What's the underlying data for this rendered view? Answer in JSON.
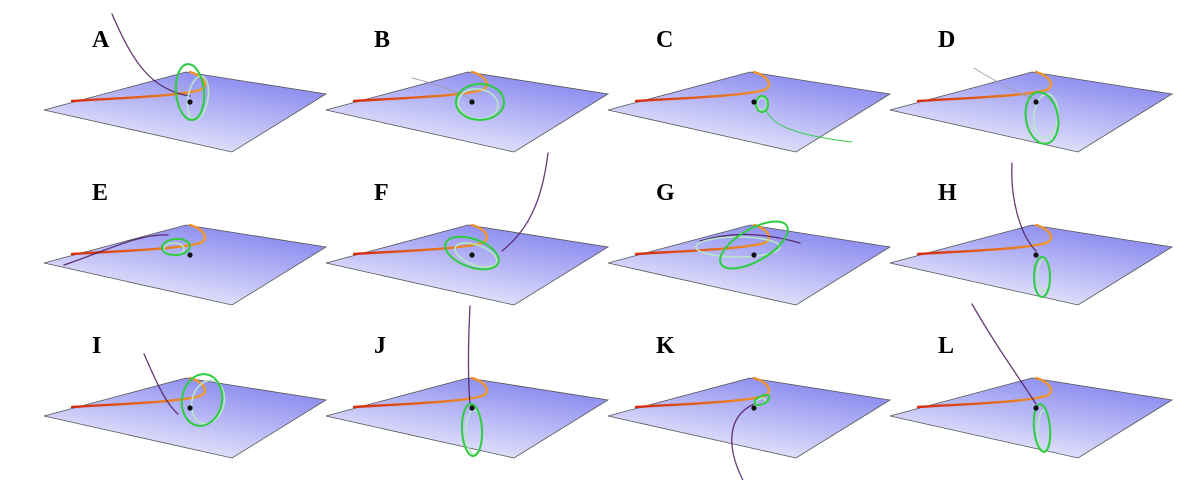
{
  "figure": {
    "panels": [
      {
        "label": "A"
      },
      {
        "label": "B"
      },
      {
        "label": "C"
      },
      {
        "label": "D"
      },
      {
        "label": "E"
      },
      {
        "label": "F"
      },
      {
        "label": "G"
      },
      {
        "label": "H"
      },
      {
        "label": "I"
      },
      {
        "label": "J"
      },
      {
        "label": "K"
      },
      {
        "label": "L"
      }
    ],
    "colors": {
      "plane_near": "#ffffff",
      "plane_far": "#8c8cf0",
      "plane_edge": "#555555",
      "orbit_red": "#d42a10",
      "orbit_orange": "#f09a2a",
      "loop_green": "#2ecc40",
      "loop_pale": "#b8e6c8",
      "incoming_dark": "#4a1a5a",
      "incoming_light": "#9a9ab0",
      "center_point": "#111111"
    }
  }
}
